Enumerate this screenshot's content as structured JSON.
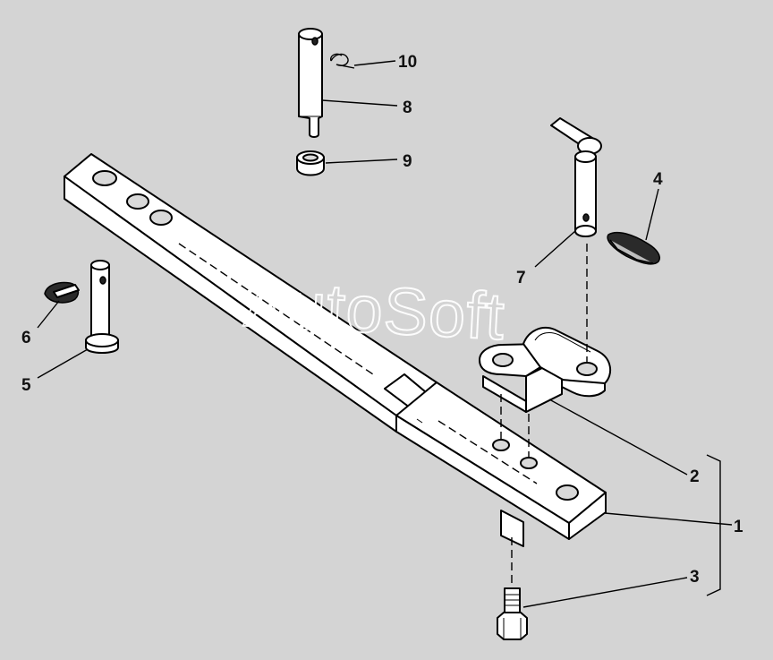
{
  "watermark": "AutoSoft",
  "callouts": {
    "c1": "1",
    "c2": "2",
    "c3": "3",
    "c4": "4",
    "c5": "5",
    "c6": "6",
    "c7": "7",
    "c8": "8",
    "c9": "9",
    "c10": "10"
  },
  "colors": {
    "background": "#d4d4d4",
    "line": "#000000",
    "fill": "#ffffff",
    "watermark": "#ffffff"
  }
}
